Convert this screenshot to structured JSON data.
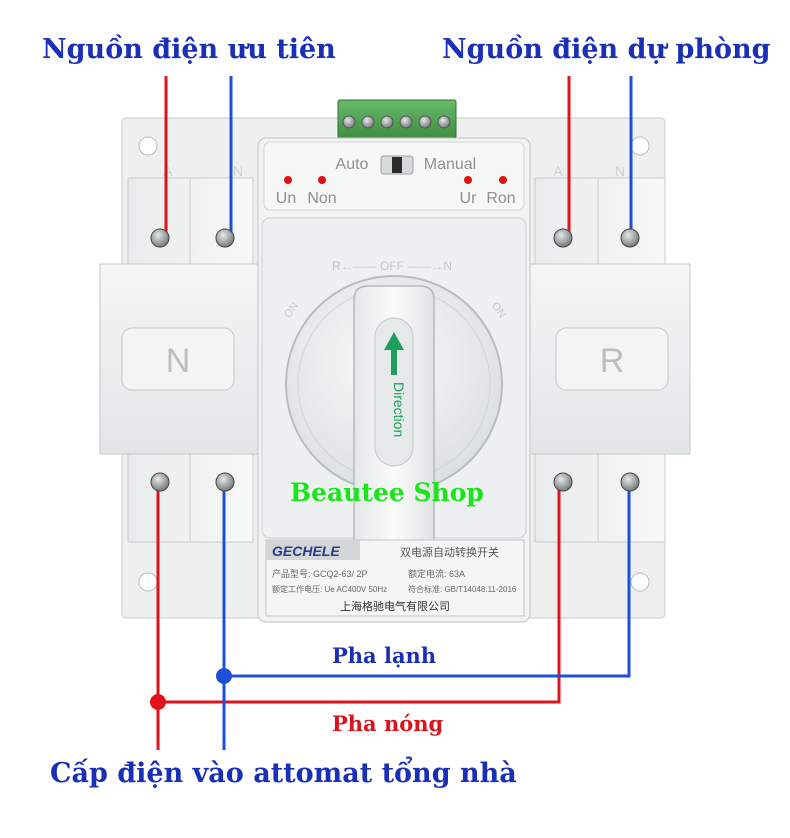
{
  "labels": {
    "source_priority": "Nguồn điện ưu tiên",
    "source_backup": "Nguồn điện dự phòng",
    "cold_phase": "Pha lạnh",
    "hot_phase": "Pha nóng",
    "house_feed": "Cấp điện vào attomat tổng nhà"
  },
  "device": {
    "mode_auto": "Auto",
    "mode_manual": "Manual",
    "led_un": "Un",
    "led_non": "Non",
    "led_ur": "Ur",
    "led_ron": "Ron",
    "dial_scale": "R←—— OFF ——→N",
    "on_left": "ON",
    "on_right": "ON",
    "handle_text": "Direction",
    "side_n": "N",
    "side_r": "R",
    "terminal_n": "N",
    "terminal_a": "A",
    "brand": "GECHELE",
    "product_title": "双电源自动转换开关",
    "spec_model": "产品型号: GCQ2-63/  2P",
    "spec_current": "额定电流: 63A",
    "spec_voltage": "额定工作电压: Ue AC400V 50Hz",
    "spec_standard": "符合标准: GB/T14048.11-2016",
    "manufacturer": "上海格驰电气有限公司"
  },
  "watermark": "Beautee Shop",
  "colors": {
    "title_blue": "#1a2fb8",
    "wire_red": "#e0141c",
    "wire_blue": "#1f4fd8",
    "watermark_green": "#19e619",
    "led_red": "#e01010",
    "handle_arrow": "#1e9e5a"
  }
}
